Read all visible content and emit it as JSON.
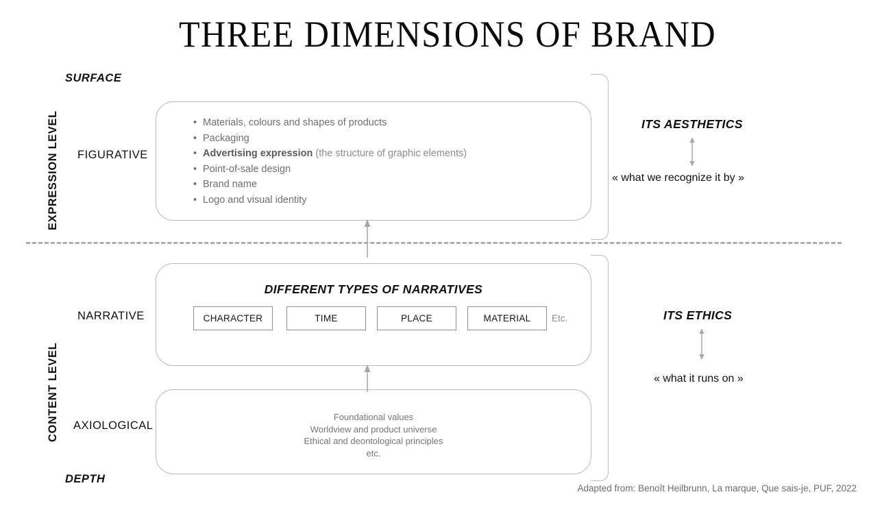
{
  "title": "THREE DIMENSIONS OF BRAND",
  "levels": {
    "expression": "EXPRESSION LEVEL",
    "content": "CONTENT LEVEL"
  },
  "edges": {
    "top": "SURFACE",
    "bottom": "DEPTH"
  },
  "rows": {
    "figurative": "FIGURATIVE",
    "narrative": "NARRATIVE",
    "axiological": "AXIOLOGICAL"
  },
  "figurative": {
    "bullets": [
      {
        "text": "Materials, colours and shapes of products",
        "emphasis": "",
        "note": ""
      },
      {
        "text": "Packaging",
        "emphasis": "",
        "note": ""
      },
      {
        "text": "",
        "emphasis": "Advertising expression",
        "note": " (the structure of graphic elements)"
      },
      {
        "text": "Point-of-sale design",
        "emphasis": "",
        "note": ""
      },
      {
        "text": "Brand name",
        "emphasis": "",
        "note": ""
      },
      {
        "text": "Logo and visual identity",
        "emphasis": "",
        "note": ""
      }
    ]
  },
  "narrative": {
    "heading": "DIFFERENT TYPES OF NARRATIVES",
    "boxes": [
      "CHARACTER",
      "TIME",
      "PLACE",
      "MATERIAL"
    ],
    "etc": "Etc."
  },
  "axiological": {
    "lines": [
      "Foundational values",
      "Worldview and product universe",
      "Ethical and deontological principles",
      "etc."
    ]
  },
  "annotations": {
    "aesthetics_title": "ITS AESTHETICS",
    "aesthetics_quote": "« what we recognize it by »",
    "ethics_title": "ITS ETHICS",
    "ethics_quote": "« what it runs on »"
  },
  "footer": "Adapted from: Benoît Heilbrunn, La marque, Que sais-je, PUF, 2022",
  "colors": {
    "panel_border": "#b9b9b9",
    "box_border": "#8f8f8f",
    "dashed": "#adadad",
    "bullet_text": "#6f6f6f",
    "arrow": "#a8a8a8",
    "text": "#111111"
  }
}
